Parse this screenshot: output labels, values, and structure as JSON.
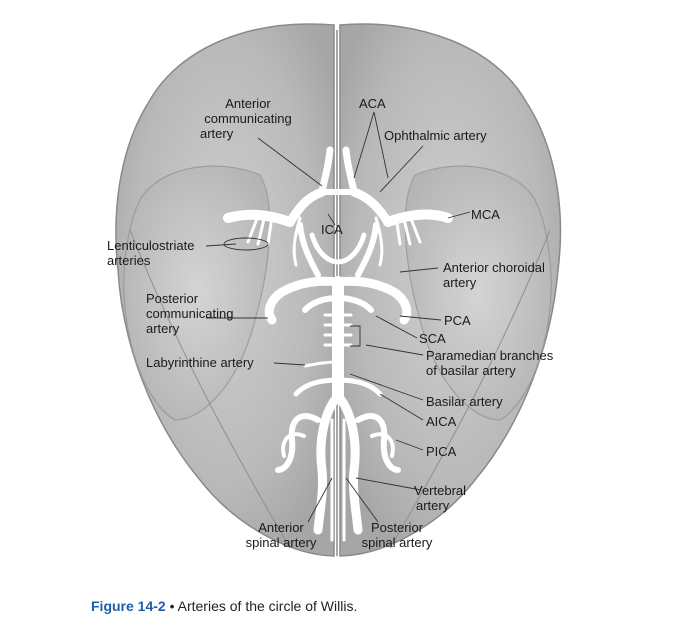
{
  "labels": {
    "anterior_communicating_artery": [
      "Anterior",
      "communicating",
      "artery"
    ],
    "aca": "ACA",
    "ophthalmic_artery": "Ophthalmic artery",
    "ica": "ICA",
    "mca": "MCA",
    "lenticulostriate_arteries": [
      "Lenticulostriate",
      "arteries"
    ],
    "anterior_choroidal_artery": [
      "Anterior choroidal",
      "artery"
    ],
    "posterior_communicating_artery": [
      "Posterior",
      "communicating",
      "artery"
    ],
    "pca": "PCA",
    "sca": "SCA",
    "paramedian_branches": [
      "Paramedian branches",
      "of basilar artery"
    ],
    "labyrinthine_artery": "Labyrinthine artery",
    "basilar_artery": "Basilar artery",
    "aica": "AICA",
    "pica": "PICA",
    "vertebral_artery": [
      "Vertebral",
      "artery"
    ],
    "anterior_spinal_artery": [
      "Anterior",
      "spinal artery"
    ],
    "posterior_spinal_artery": [
      "Posterior",
      "spinal artery"
    ]
  },
  "caption": {
    "figure_number": "Figure 14-2",
    "separator": " • ",
    "text": "Arteries of the circle of Willis."
  }
}
